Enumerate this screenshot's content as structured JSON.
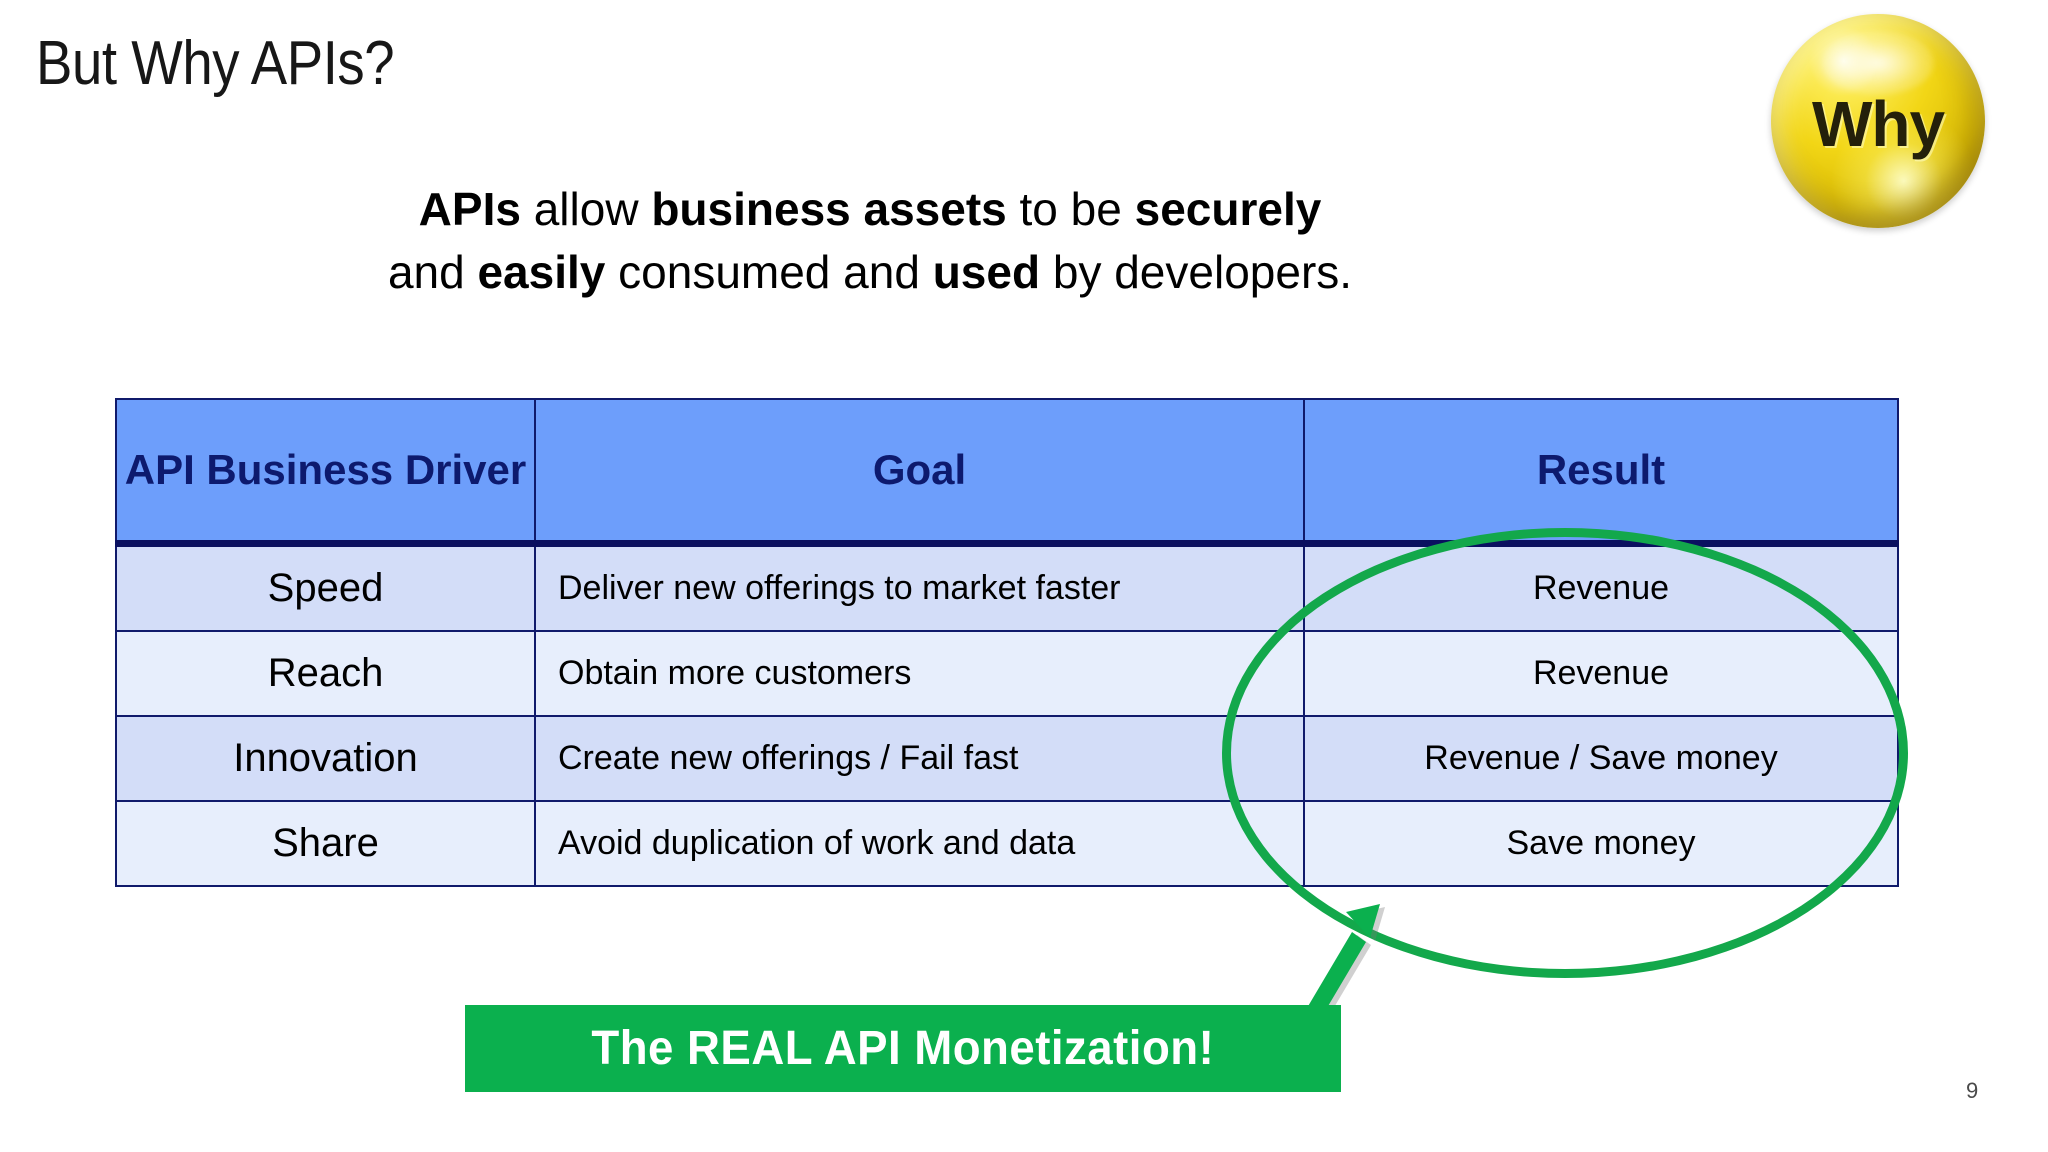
{
  "slide": {
    "title": "But Why APIs?",
    "number": "9"
  },
  "logo": {
    "label": "Why",
    "color": "#f2d616"
  },
  "subtitle": {
    "line1": [
      {
        "text": "APIs",
        "bold": true
      },
      {
        "text": " allow ",
        "bold": false
      },
      {
        "text": "business assets",
        "bold": true
      },
      {
        "text": " to be ",
        "bold": false
      },
      {
        "text": "securely",
        "bold": true
      }
    ],
    "line2": [
      {
        "text": "and ",
        "bold": false
      },
      {
        "text": "easily",
        "bold": true
      },
      {
        "text": " consumed and ",
        "bold": false
      },
      {
        "text": "used",
        "bold": true
      },
      {
        "text": " by developers.",
        "bold": false
      }
    ]
  },
  "table": {
    "headers": [
      "API Business Driver",
      "Goal",
      "Result"
    ],
    "header_bg": "#6d9efb",
    "header_text_color": "#0d1a6e",
    "border_color": "#101a6b",
    "row_bg_odd": "#d3ddf8",
    "row_bg_even": "#e7eefc",
    "rows": [
      {
        "driver": "Speed",
        "goal": "Deliver new offerings to market faster",
        "result": "Revenue"
      },
      {
        "driver": "Reach",
        "goal": "Obtain more customers",
        "result": "Revenue"
      },
      {
        "driver": "Innovation",
        "goal": "Create new offerings / Fail fast",
        "result": "Revenue / Save money"
      },
      {
        "driver": "Share",
        "goal": "Avoid duplication of work and data",
        "result": "Save money"
      }
    ]
  },
  "annotation": {
    "ellipse_color": "#13a84b",
    "arrow_color": "#0bb04e",
    "callout_label": "The REAL API Monetization!",
    "callout_bg": "#0bb04e",
    "callout_text_color": "#ffffff"
  }
}
